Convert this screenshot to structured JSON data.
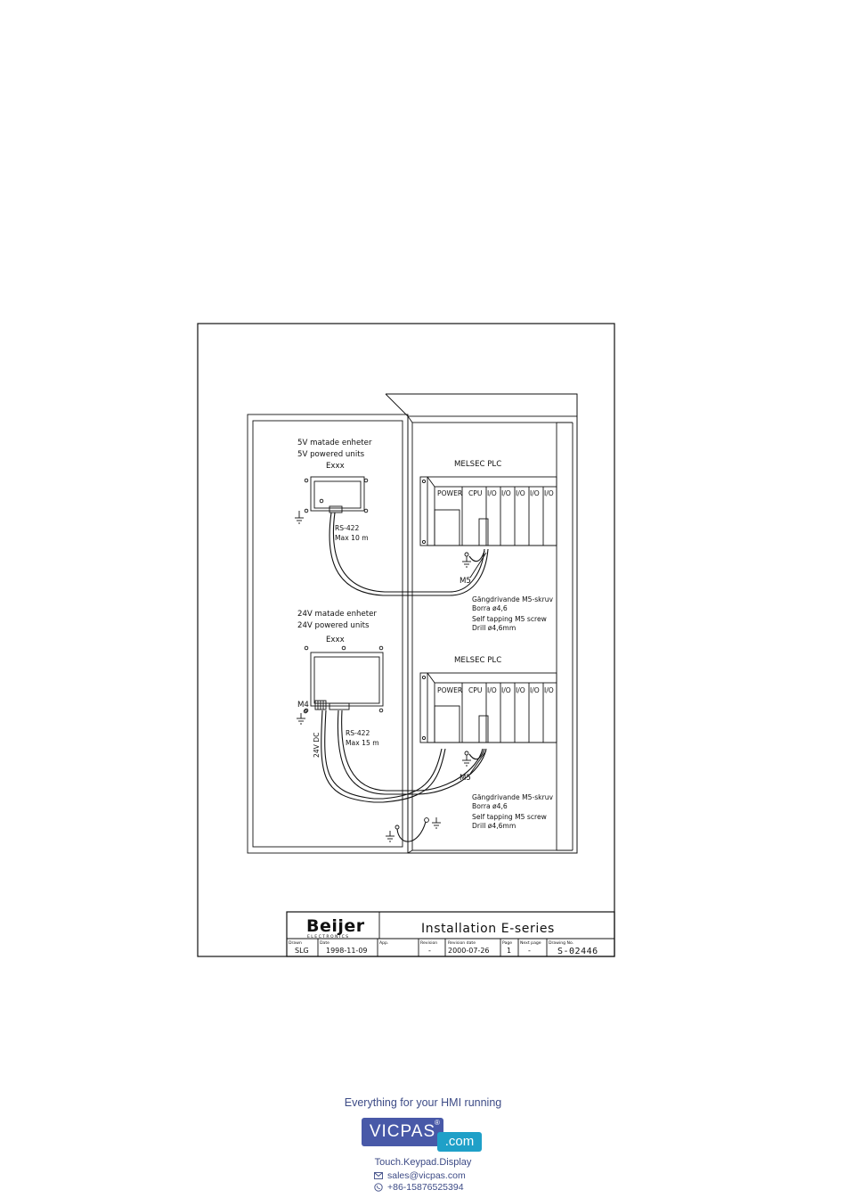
{
  "drawing": {
    "section_top": {
      "heading_sv": "5V matade enheter",
      "heading_en": "5V powered units",
      "unit_label": "Exxx",
      "cable_label": "RS-422",
      "cable_length": "Max 10 m",
      "plc_title": "MELSEC PLC",
      "screw_label": "M5",
      "note_sv_1": "Gängdrivande M5-skruv",
      "note_sv_2": "Borra ø4,6",
      "note_en_1": "Self tapping M5 screw",
      "note_en_2": "Drill ø4,6mm"
    },
    "section_bottom": {
      "heading_sv": "24V matade enheter",
      "heading_en": "24V powered units",
      "unit_label": "Exxx",
      "ground_screw": "M4",
      "supply_label": "24V DC",
      "cable_label": "RS-422",
      "cable_length": "Max 15 m",
      "plc_title": "MELSEC PLC",
      "screw_label": "M5",
      "note_sv_1": "Gängdrivande M5-skruv",
      "note_sv_2": "Borra ø4,6",
      "note_en_1": "Self tapping M5 screw",
      "note_en_2": "Drill ø4,6mm"
    },
    "plc_modules": [
      "POWER",
      "CPU",
      "I/O",
      "I/O",
      "I/O",
      "I/O",
      "I/O"
    ]
  },
  "title_block": {
    "logo_text": "Beijer",
    "logo_sub": "ELECTRONICS",
    "title": "Installation E-series",
    "drawn_label": "Drawn",
    "drawn_value": "SLG",
    "date_label": "Date",
    "date_value": "1998-11-09",
    "app_label": "App.",
    "revision_label": "Revision",
    "revision_value": "-",
    "revision_date_label": "Revision date",
    "revision_date_value": "2000-07-26",
    "page_label": "Page",
    "page_value": "1",
    "next_page_label": "Next page",
    "next_page_value": "-",
    "drawing_no_label": "Drawing No.",
    "drawing_no_value": "S-02446"
  },
  "footer": {
    "tagline": "Everything for your HMI running",
    "logo_main": "VICPAS",
    "logo_reg": "®",
    "logo_com": ".com",
    "subtitle": "Touch.Keypad.Display",
    "email": "sales@vicpas.com",
    "phone": "+86-15876525394",
    "brand_color": "#4859a8",
    "accent_color": "#1fa0c8"
  }
}
